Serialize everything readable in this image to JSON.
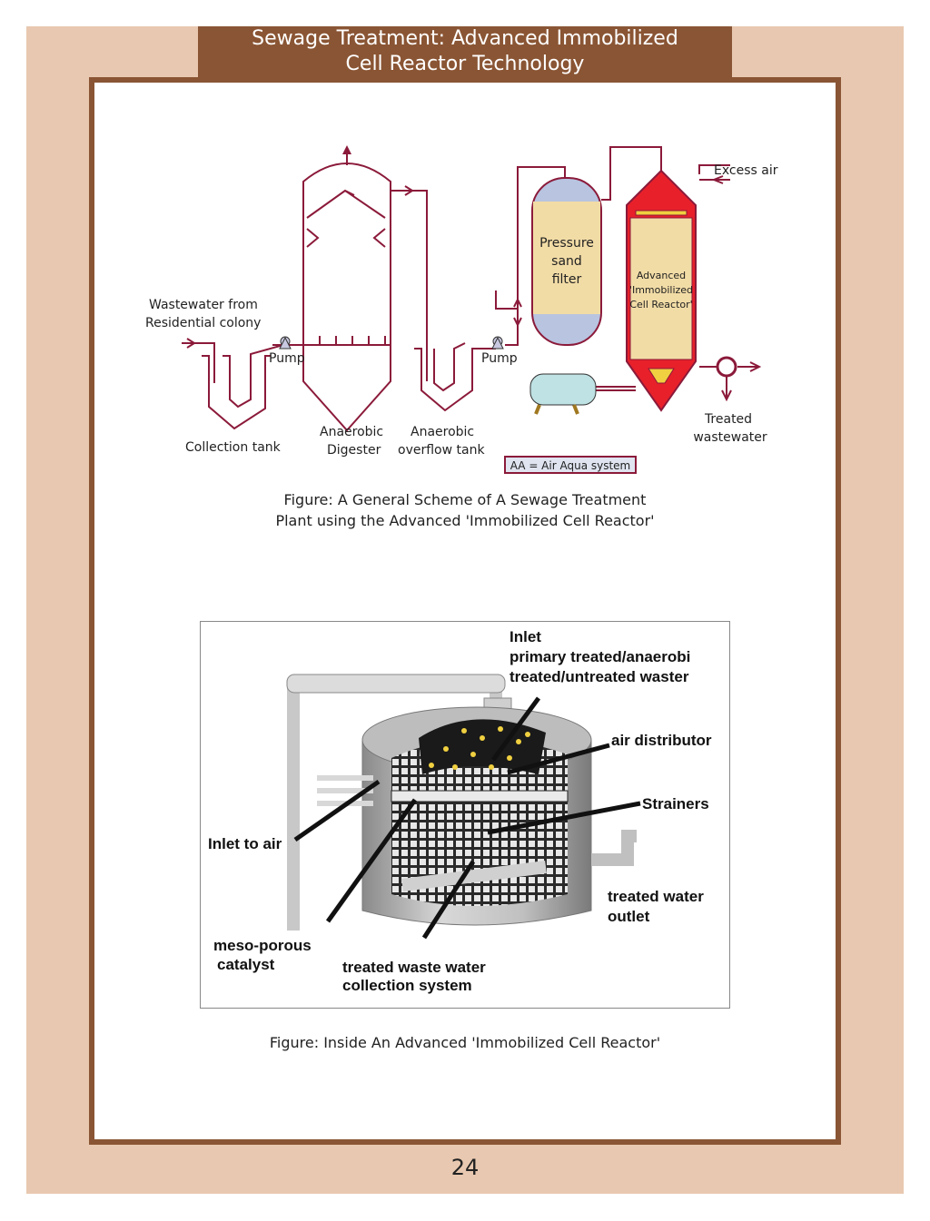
{
  "header": {
    "title_line1": "Sewage Treatment: Advanced Immobilized",
    "title_line2": "Cell Reactor Technology"
  },
  "figure1": {
    "labels": {
      "wastewater_line1": "Wastewater from",
      "wastewater_line2": "Residential colony",
      "pump1": "Pump",
      "pump2": "Pump",
      "collection_tank": "Collection tank",
      "digester_line1": "Anaerobic",
      "digester_line2": "Digester",
      "overflow_line1": "Anaerobic",
      "overflow_line2": "overflow tank",
      "filter_line1": "Pressure",
      "filter_line2": "sand",
      "filter_line3": "filter",
      "reactor_line1": "Advanced",
      "reactor_line2": "'Immobilized",
      "reactor_line3": "Cell Reactor'",
      "excess_air": "Excess air",
      "treated_line1": "Treated",
      "treated_line2": "wastewater",
      "aa_legend": "AA = Air Aqua system"
    },
    "caption_line1": "Figure: A General Scheme of A Sewage Treatment",
    "caption_line2": "Plant using the Advanced 'Immobilized Cell Reactor'"
  },
  "figure2": {
    "labels": {
      "inlet_line1": "Inlet",
      "inlet_line2": "primary treated/anaerobi",
      "inlet_line3": "treated/untreated waster",
      "air_distributor": "air distributor",
      "strainers": "Strainers",
      "inlet_to_air": "Inlet to air",
      "treated_outlet_line1": "treated water",
      "treated_outlet_line2": "outlet",
      "catalyst_line1": "meso-porous",
      "catalyst_line2": "catalyst",
      "collection_line1": "treated waste water",
      "collection_line2": "collection system"
    },
    "caption": "Figure: Inside An Advanced 'Immobilized Cell Reactor'"
  },
  "page_number": "24",
  "colors": {
    "page_bg": "#e8c8b0",
    "frame_brown": "#8a5534",
    "pipe_maroon": "#8b1a3a",
    "reactor_red": "#e8202a",
    "fill_tan": "#f2dca6",
    "filter_blue": "#b8c4e0"
  }
}
